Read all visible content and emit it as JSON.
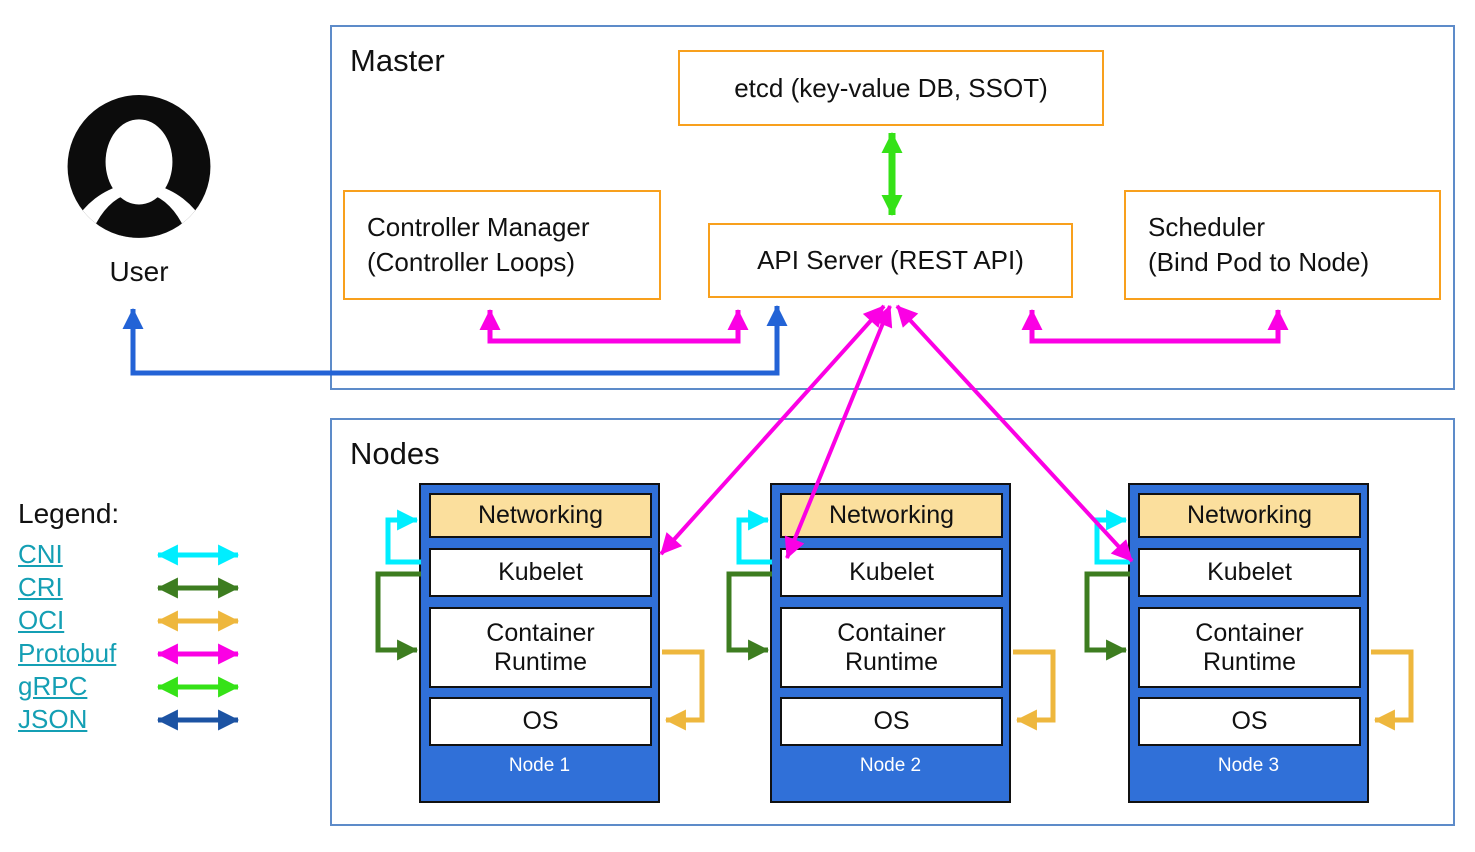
{
  "colors": {
    "outer_box_border": "#5d8bc9",
    "component_border": "#f8a01d",
    "node_fill": "#3070d8",
    "networking_fill": "#fbdf9d",
    "cni": "#00eeff",
    "cri": "#3d7d20",
    "oci": "#eeb73d",
    "protobuf": "#fb00e4",
    "grpc": "#35e217",
    "json": "#1c53a3",
    "user_arrow": "#2363d6",
    "legend_link": "#149fb4",
    "node_label_text": "#ffffff",
    "icon_black": "#0c0c0c"
  },
  "user": {
    "label": "User"
  },
  "master": {
    "title": "Master",
    "etcd_label": "etcd (key-value DB, SSOT)",
    "api_server_label": "API Server (REST API)",
    "controller_manager_line1": "Controller Manager",
    "controller_manager_line2": "(Controller Loops)",
    "scheduler_line1": "Scheduler",
    "scheduler_line2": "(Bind Pod to Node)"
  },
  "nodes_section": {
    "title": "Nodes",
    "layers": [
      "Networking",
      "Kubelet",
      "Container Runtime",
      "OS"
    ],
    "node_labels": [
      "Node 1",
      "Node 2",
      "Node 3"
    ]
  },
  "legend": {
    "title": "Legend:",
    "items": [
      {
        "key": "cni",
        "label": "CNI",
        "color": "#00eeff"
      },
      {
        "key": "cri",
        "label": "CRI",
        "color": "#3d7d20"
      },
      {
        "key": "oci",
        "label": "OCI",
        "color": "#eeb73d"
      },
      {
        "key": "protobuf",
        "label": "Protobuf",
        "color": "#fb00e4"
      },
      {
        "key": "grpc",
        "label": "gRPC",
        "color": "#35e217"
      },
      {
        "key": "json",
        "label": "JSON",
        "color": "#1c53a3"
      }
    ]
  }
}
